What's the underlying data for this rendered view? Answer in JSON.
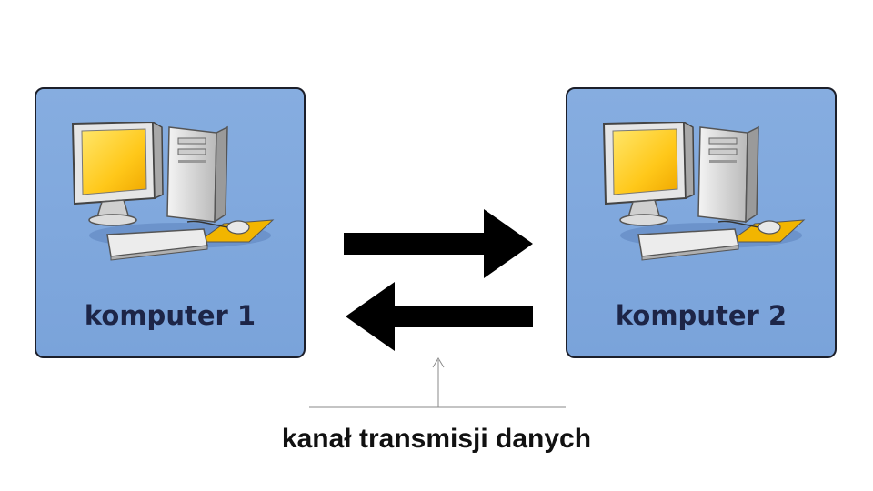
{
  "nodes": [
    {
      "label": "komputer 1",
      "icon": "desktop-computer-icon"
    },
    {
      "label": "komputer 2",
      "icon": "desktop-computer-icon"
    }
  ],
  "channel": {
    "label": "kanał transmisji danych",
    "arrows": [
      "right-arrow-icon",
      "left-arrow-icon"
    ]
  },
  "colors": {
    "box_fill": "#7aa3da",
    "box_border": "#1c1f2a",
    "node_text": "#1d2547",
    "arrow": "#000000",
    "screen": "#ffd11a"
  }
}
